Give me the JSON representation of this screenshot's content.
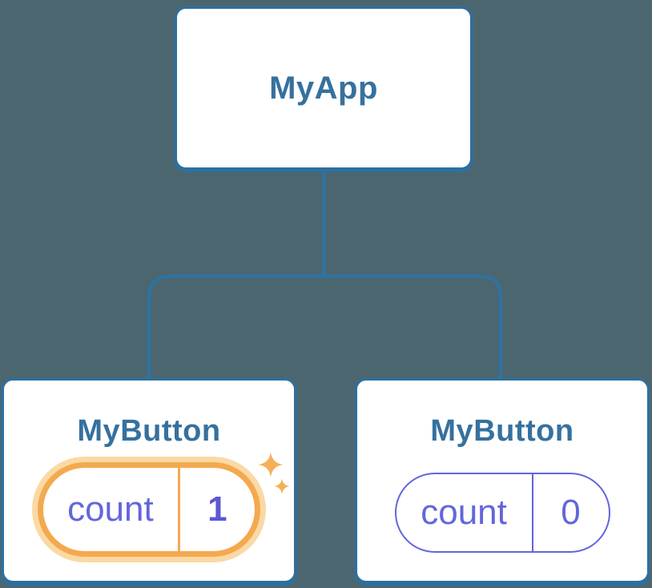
{
  "tree": {
    "root": {
      "label": "MyApp"
    },
    "children": [
      {
        "label": "MyButton",
        "state_key": "count",
        "state_value": "1",
        "highlighted": true
      },
      {
        "label": "MyButton",
        "state_key": "count",
        "state_value": "0",
        "highlighted": false
      }
    ]
  },
  "icons": {
    "sparkle_large": "sparkle-icon",
    "sparkle_small": "sparkle-icon"
  },
  "colors": {
    "background": "#4C6670",
    "connector_blue": "#2B74A4",
    "card_border_blue": "#2E6F9E",
    "card_background": "#FFFFFF",
    "node_label_blue": "#36719E",
    "state_indigo": "#6366DB",
    "state_value_bold_indigo": "#5B58D4",
    "highlight_orange": "#F4A94F",
    "highlight_halo": "#FAD9A4",
    "sparkle_orange": "#F5AF58"
  }
}
